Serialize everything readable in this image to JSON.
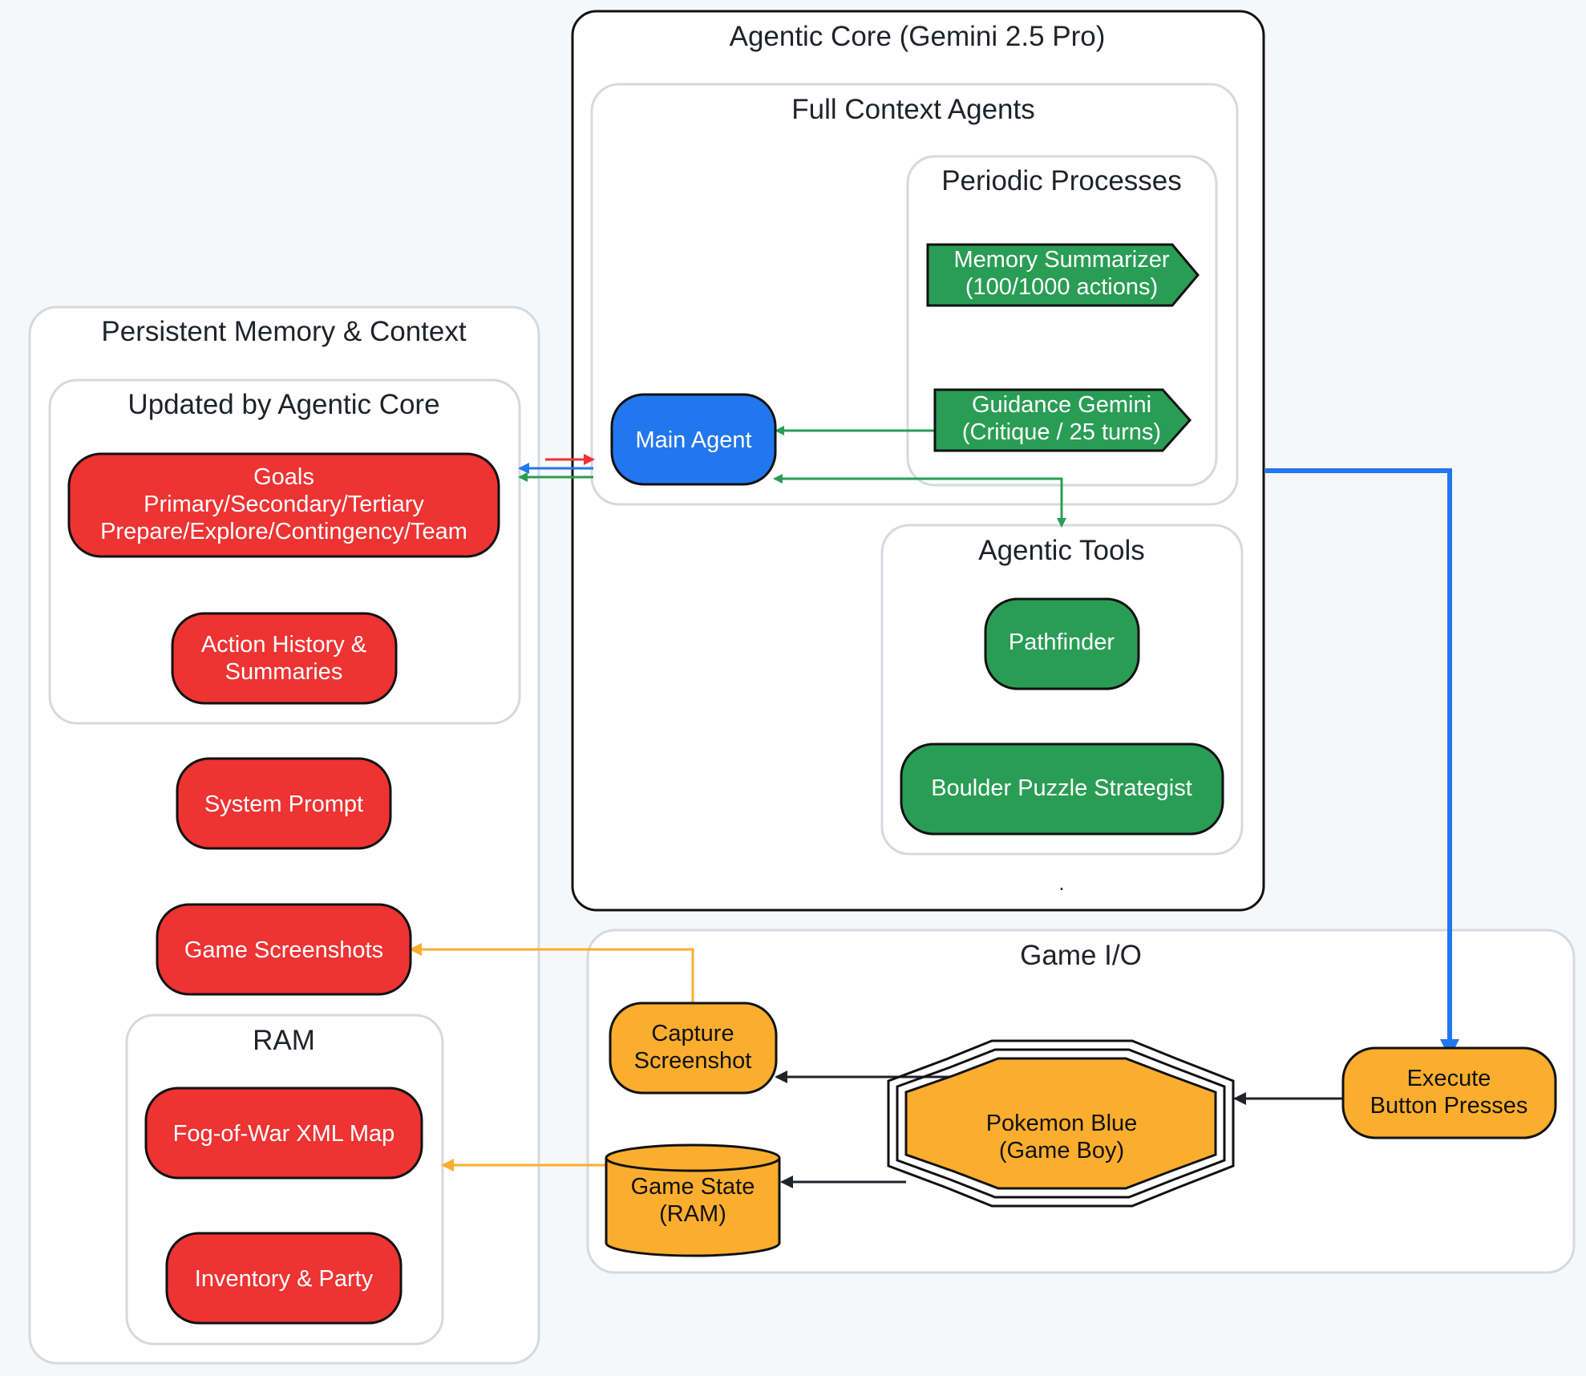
{
  "clusters": {
    "persistent_memory": "Persistent Memory & Context",
    "updated_by_core": "Updated by Agentic Core",
    "ram": "RAM",
    "agentic_core": "Agentic Core (Gemini 2.5 Pro)",
    "full_context": "Full Context Agents",
    "periodic": "Periodic Processes",
    "tools": "Agentic Tools",
    "tools_footer": ".",
    "game_io": "Game I/O"
  },
  "nodes": {
    "goals": [
      "Goals",
      "Primary/Secondary/Tertiary",
      "Prepare/Explore/Contingency/Team"
    ],
    "action_history": [
      "Action History &",
      "Summaries"
    ],
    "system_prompt": [
      "System Prompt"
    ],
    "game_screenshots": [
      "Game Screenshots"
    ],
    "fog_map": [
      "Fog-of-War XML Map"
    ],
    "inventory": [
      "Inventory & Party"
    ],
    "main_agent": [
      "Main Agent"
    ],
    "memory_summarizer": [
      "Memory Summarizer",
      "(100/1000 actions)"
    ],
    "guidance_gemini": [
      "Guidance Gemini",
      "(Critique / 25 turns)"
    ],
    "pathfinder": [
      "Pathfinder"
    ],
    "boulder": [
      "Boulder Puzzle Strategist"
    ],
    "capture": [
      "Capture",
      "Screenshot"
    ],
    "game_state": [
      "Game State",
      "(RAM)"
    ],
    "pokemon": [
      "Pokemon Blue",
      "(Game Boy)"
    ],
    "execute": [
      "Execute",
      "Button Presses"
    ]
  },
  "colors": {
    "memory": "#ee3333",
    "agent": "#2277ee",
    "tool": "#2a9d55",
    "io": "#fbad2e",
    "cluster_border": "#d6d9dd",
    "core_border": "#111111"
  }
}
